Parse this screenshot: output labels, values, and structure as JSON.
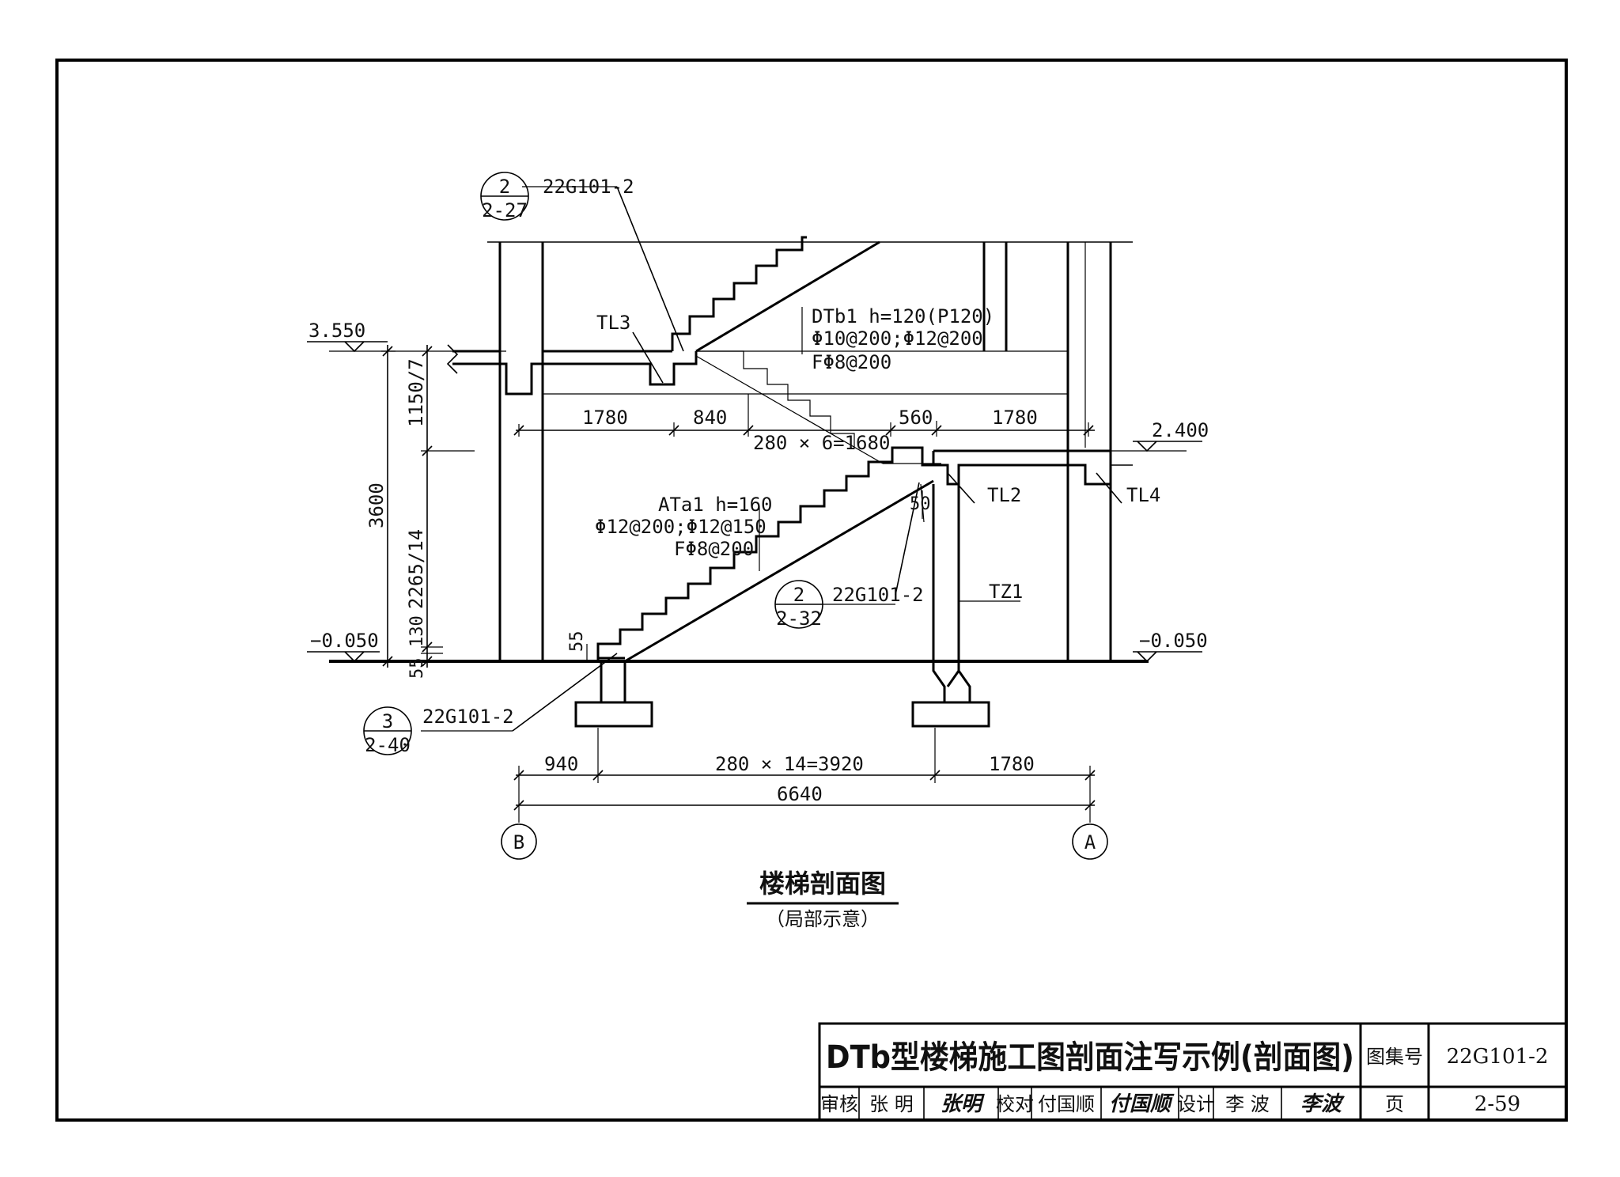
{
  "drawing": {
    "title": "楼梯剖面图",
    "subtitle": "（局部示意）"
  },
  "elevations": {
    "top_left": "3.550",
    "mid_right": "2.400",
    "bottom_left": "−0.050",
    "bottom_right": "−0.050"
  },
  "vertical_dims": {
    "total": "3600",
    "upper": "1150/7",
    "lower": "2265/14",
    "bottom_a": "55",
    "bottom_b": "130",
    "step_55": "55"
  },
  "upper_dims": {
    "d1": "1780",
    "d2": "840",
    "d3": "560",
    "d4": "1780",
    "steps": "280 × 6=1680"
  },
  "bottom_dims": {
    "d1": "940",
    "steps": "280 × 14=3920",
    "d3": "1780",
    "total": "6640"
  },
  "small_dims": {
    "d50": "50"
  },
  "members": {
    "TL3": "TL3",
    "TL2": "TL2",
    "TL4": "TL4",
    "TZ1": "TZ1"
  },
  "dtb1": {
    "line1": "DTb1 h=120(P120)",
    "line2": "Φ10@200;Φ12@200",
    "line3": "FΦ8@200"
  },
  "ata1": {
    "line1": "ATa1 h=160",
    "line2": "Φ12@200;Φ12@150",
    "line3": "FΦ8@200"
  },
  "callouts": [
    {
      "num": "2",
      "page": "2-27",
      "ref": "22G101-2"
    },
    {
      "num": "2",
      "page": "2-32",
      "ref": "22G101-2"
    },
    {
      "num": "3",
      "page": "2-40",
      "ref": "22G101-2"
    }
  ],
  "axes": {
    "left": "B",
    "right": "A"
  },
  "title_block": {
    "title": "DTb型楼梯施工图剖面注写示例(剖面图)",
    "atlas_label": "图集号",
    "atlas_no": "22G101-2",
    "review_label": "审核",
    "reviewer": "张 明",
    "reviewer_sig": "张明",
    "check_label": "校对",
    "checker": "付国顺",
    "checker_sig": "付国顺",
    "design_label": "设计",
    "designer": "李 波",
    "designer_sig": "李波",
    "page_label": "页",
    "page_no": "2-59"
  }
}
